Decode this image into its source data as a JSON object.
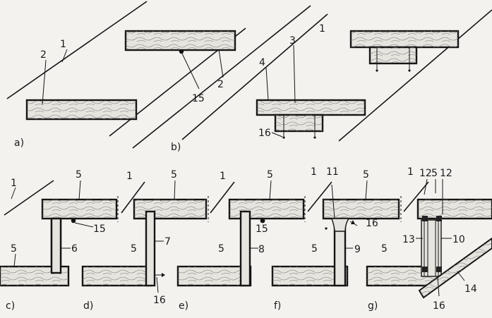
{
  "figure": {
    "panel_labels": [
      "a)",
      "b)",
      "c)",
      "d)",
      "e)",
      "f)",
      "g)"
    ],
    "callouts": {
      "a": [
        "1",
        "2"
      ],
      "b_left": [
        "15",
        "2"
      ],
      "b_right": [
        "1",
        "4",
        "3",
        "16"
      ],
      "c": [
        "1",
        "5",
        "15",
        "5",
        "6"
      ],
      "d": [
        "1",
        "5",
        "5",
        "7",
        "16"
      ],
      "e": [
        "1",
        "5",
        "15",
        "5",
        "8"
      ],
      "f": [
        "1",
        "11",
        "5",
        "16",
        "5",
        "9"
      ],
      "g": [
        "1",
        "12",
        "5",
        "12",
        "13",
        "10",
        "5",
        "14",
        "16"
      ]
    }
  }
}
